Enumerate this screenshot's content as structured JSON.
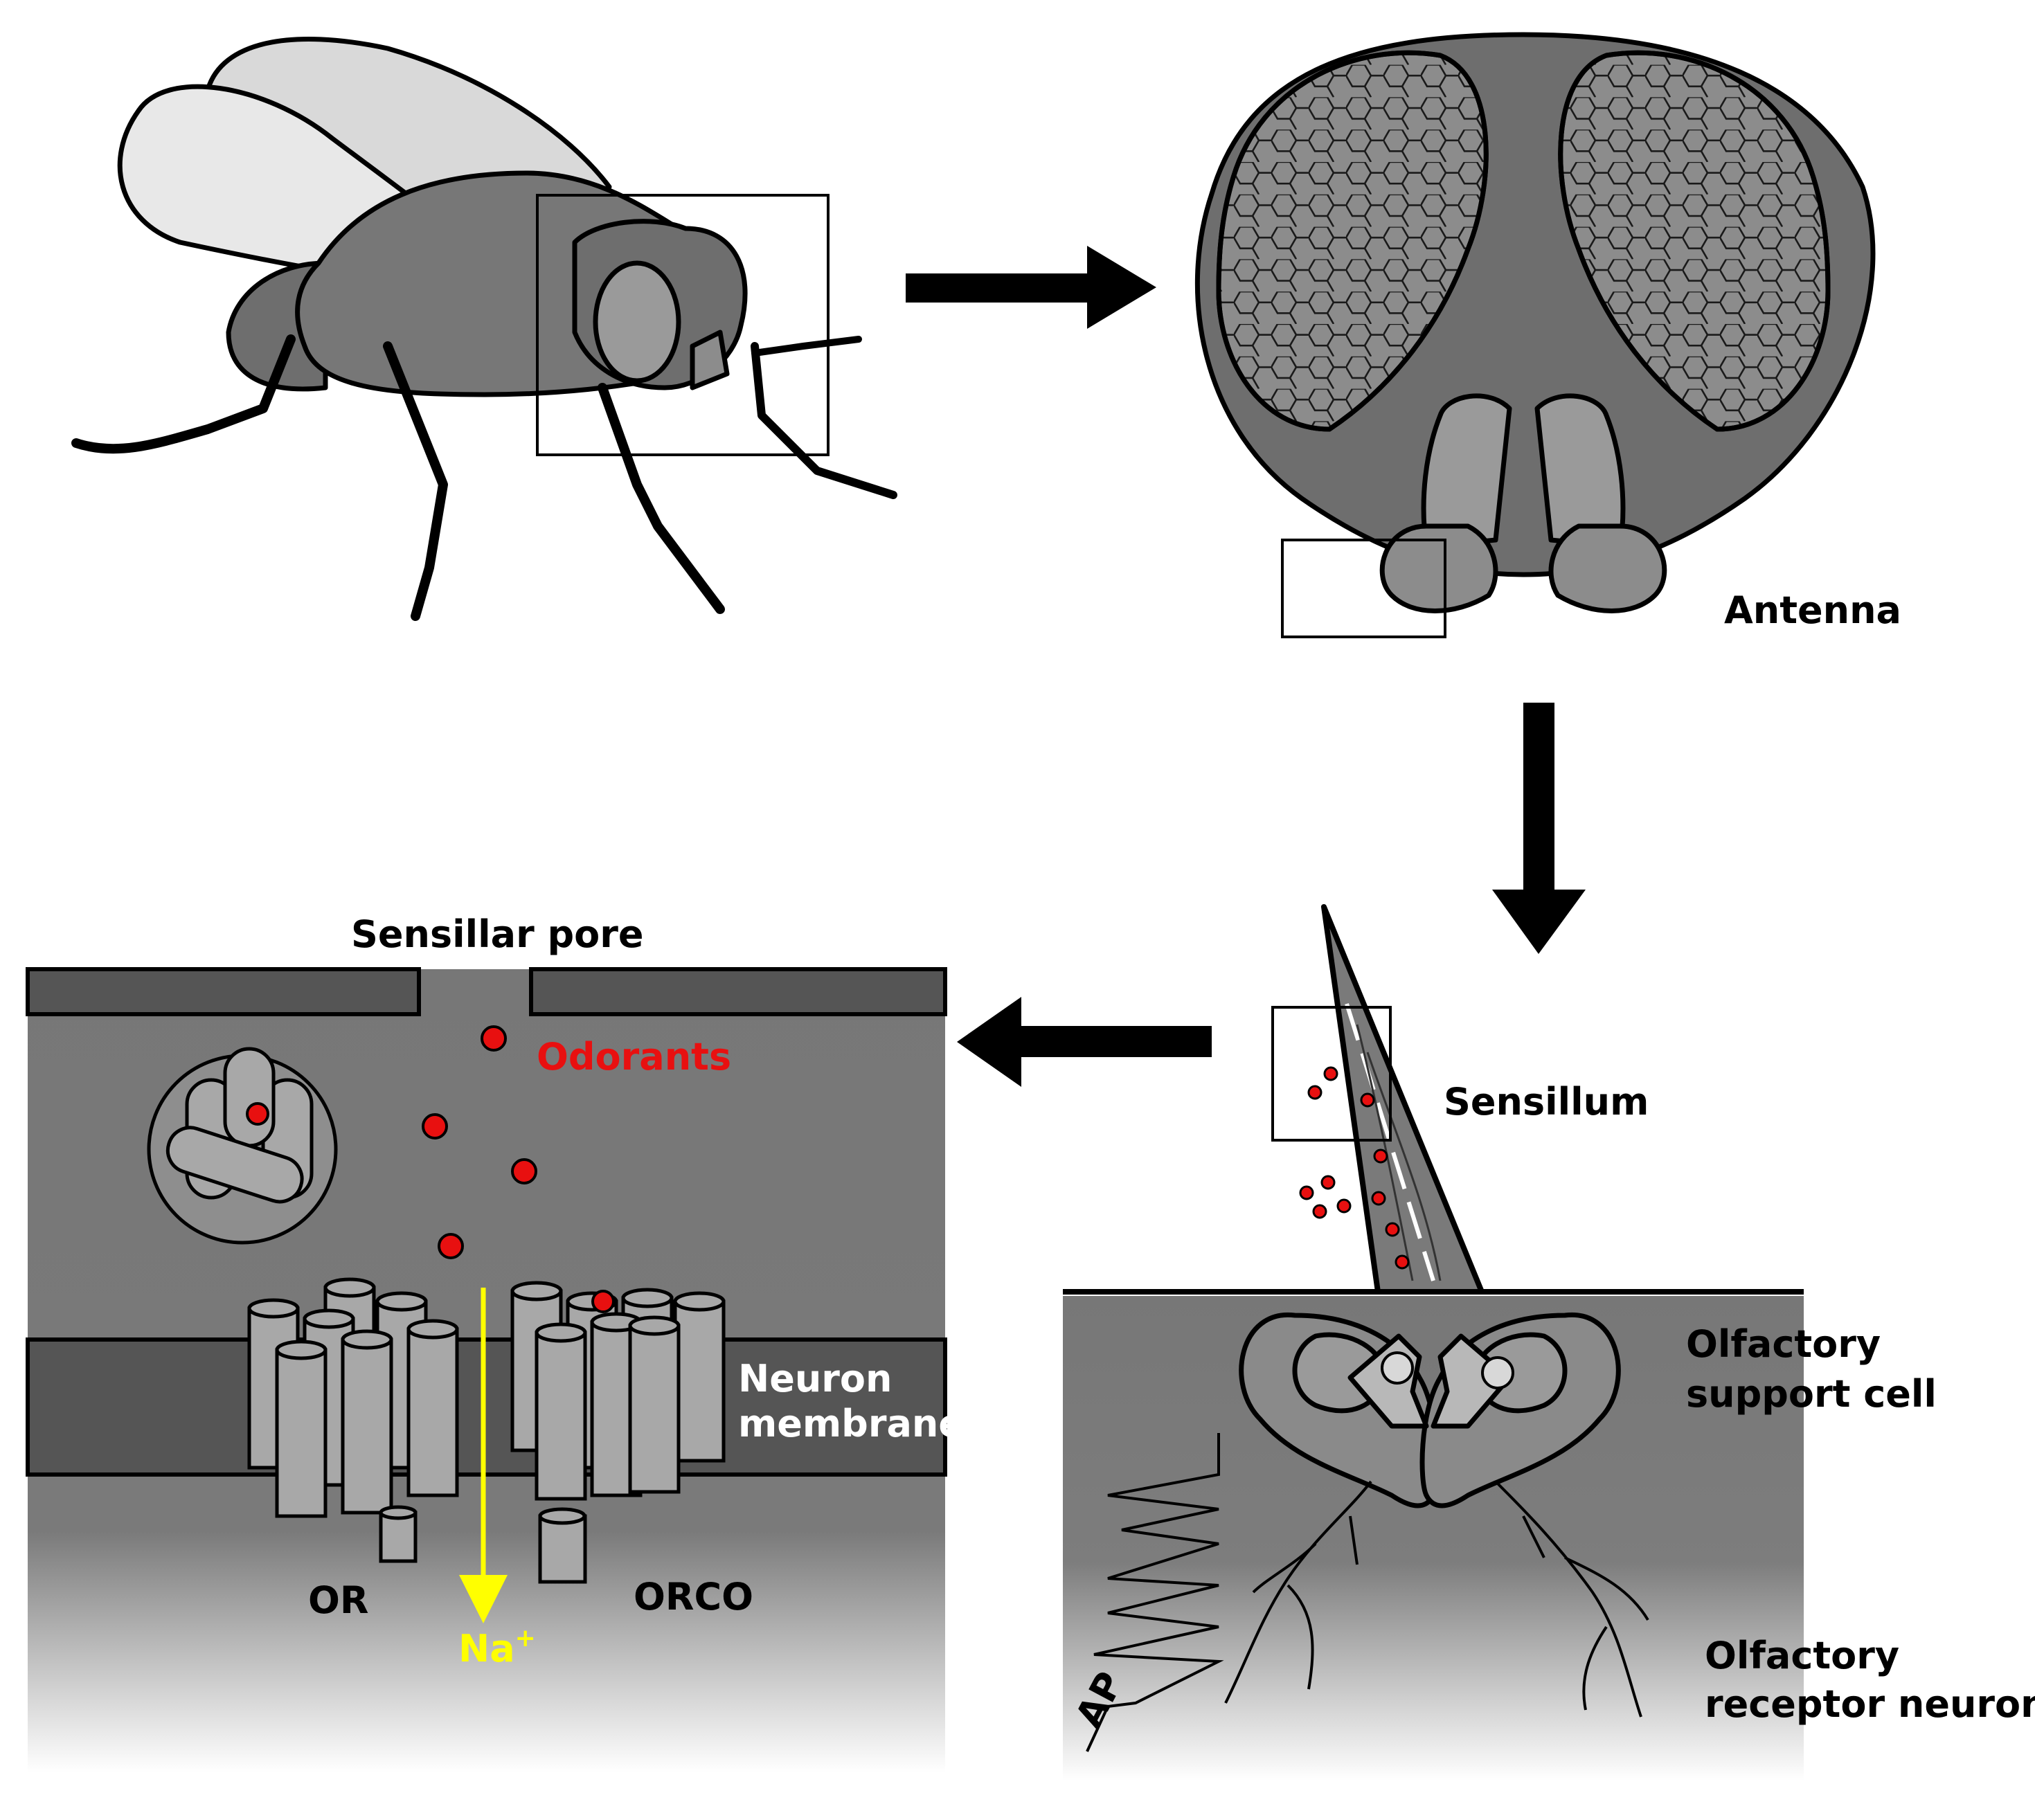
{
  "labels": {
    "antenna": "Antenna",
    "sensillar_pore": "Sensillar pore",
    "odorants": "Odorants",
    "sensillum": "Sensillum",
    "neuron_membrane_1": "Neuron",
    "neuron_membrane_2": "membrane",
    "support_cell_1": "Olfactory",
    "support_cell_2": "support cell",
    "receptor_neuron_1": "Olfactory",
    "receptor_neuron_2": "receptor neuron",
    "or": "OR",
    "orco": "ORCO",
    "na": "Na",
    "na_sup": "+",
    "ap": "AP"
  },
  "colors": {
    "odorant": "#e81010",
    "sodium": "#ffff00",
    "tissue_dark": "#555555",
    "tissue_mid": "#7a7a7a",
    "protein": "#a8a8a8"
  }
}
